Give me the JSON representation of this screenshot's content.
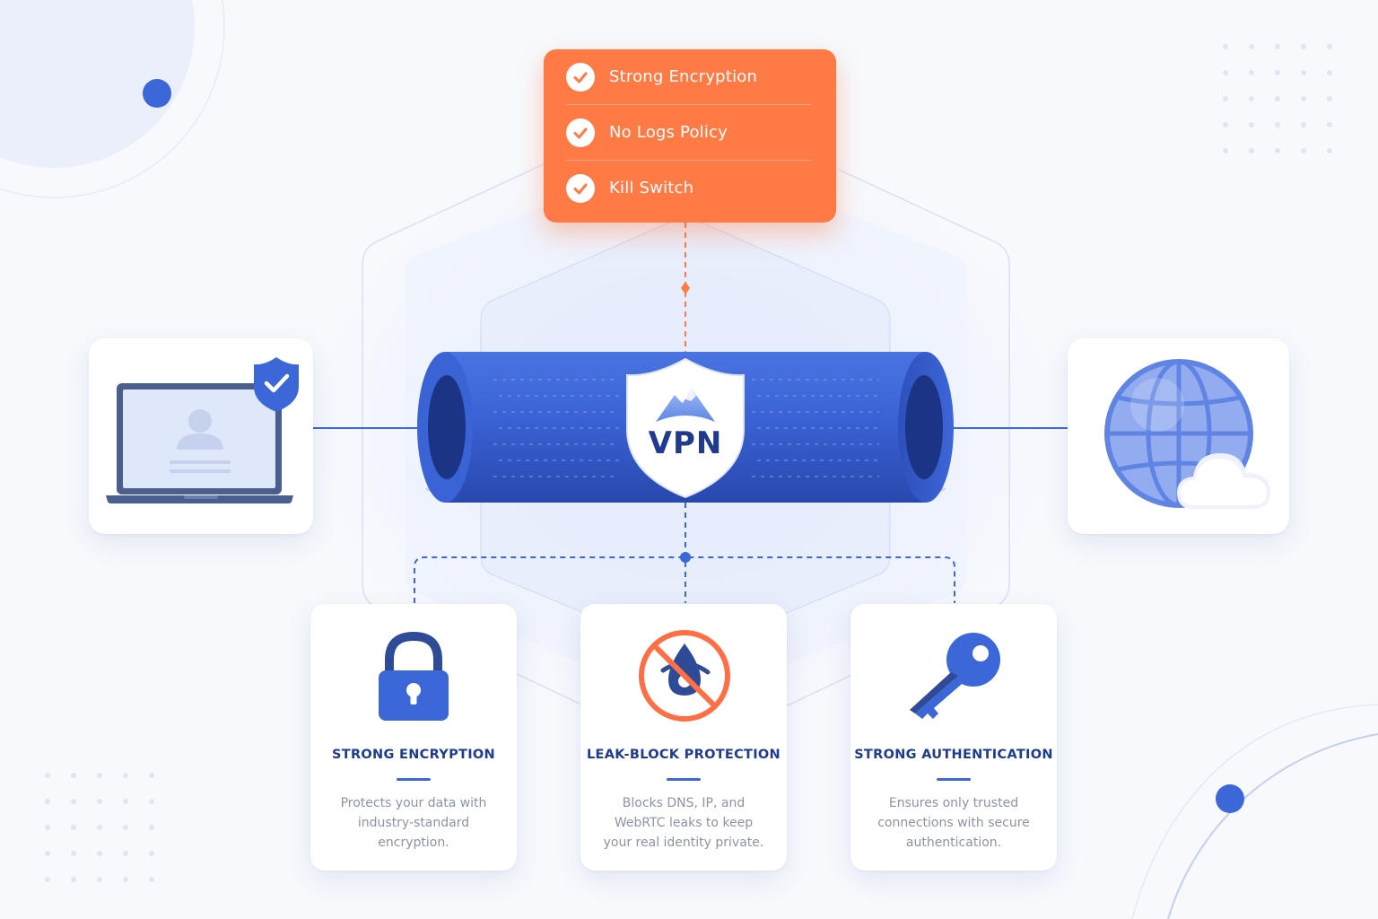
{
  "tunnel": {
    "label": "VPN"
  },
  "features_panel": {
    "items": [
      {
        "label": "Strong Encryption"
      },
      {
        "label": "No Logs Policy"
      },
      {
        "label": "Kill Switch"
      }
    ]
  },
  "cards": [
    {
      "title": "STRONG ENCRYPTION",
      "description": "Protects your data with industry-standard encryption.",
      "icon": "padlock-icon"
    },
    {
      "title": "LEAK-BLOCK PROTECTION",
      "description": "Blocks DNS, IP, and WebRTC leaks to keep your real identity private.",
      "icon": "no-leak-icon"
    },
    {
      "title": "STRONG AUTHENTICATION",
      "description": "Ensures only trusted connections with secure authentication.",
      "icon": "key-icon"
    }
  ],
  "endpoints": {
    "left": {
      "icon": "laptop-icon",
      "badge": "shield-check-icon"
    },
    "right": {
      "icon": "globe-icon",
      "badge": "cloud-icon"
    }
  },
  "colors": {
    "primary_blue": "#3b67d8",
    "dark_blue": "#1d3b8f",
    "accent_orange": "#ff7a45",
    "background": "#f7f9fd"
  }
}
